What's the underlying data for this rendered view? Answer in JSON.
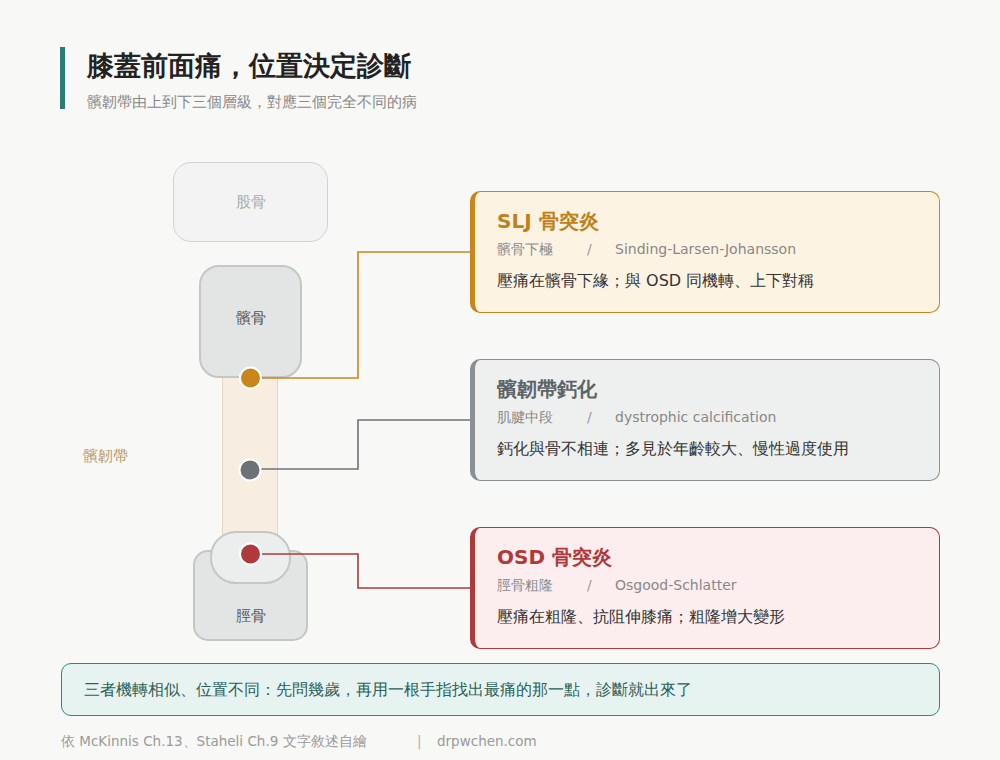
{
  "diagram": {
    "title": "膝蓋前面痛，位置決定診斷",
    "nodes": [
      {
        "text": [
          "股骨"
        ]
      },
      {
        "text": [
          "髕骨"
        ]
      },
      {
        "text": [
          "髕韌帶"
        ]
      },
      {
        "text": [
          "脛骨"
        ]
      },
      {
        "text": [
          "SLJ 骨突炎",
          "髕骨下極",
          "/",
          "Sinding-Larsen-Johansson",
          "壓痛在髕骨下緣；與 OSD 同機轉、上下對稱"
        ]
      },
      {
        "text": [
          "髕韌帶鈣化",
          "肌腱中段",
          "/",
          "dystrophic calcification",
          "鈣化與骨不相連；多見於年齡較大、慢性過度使用"
        ]
      },
      {
        "text": [
          "OSD 骨突炎",
          "脛骨粗隆",
          "/",
          "Osgood-Schlatter",
          "壓痛在粗隆、抗阻伸膝痛；粗隆增大變形"
        ]
      },
      {
        "text": [
          "三者機轉相似、位置不同：先問幾歲，再用一根手指找出最痛的那一點，診斷就出來了"
        ]
      }
    ],
    "edges": [
      {
        "from": 1,
        "to": 4,
        "arrow": "none"
      },
      {
        "from": 2,
        "to": 5,
        "arrow": "none"
      },
      {
        "from": 3,
        "to": 6,
        "arrow": "none"
      }
    ],
    "labels": [
      "髕韌帶由上到下三個層級，對應三個完全不同的病",
      "依 McKinnis Ch.13、Staheli Ch.9 文字敘述自繪",
      "|",
      "drpwchen.com"
    ]
  }
}
